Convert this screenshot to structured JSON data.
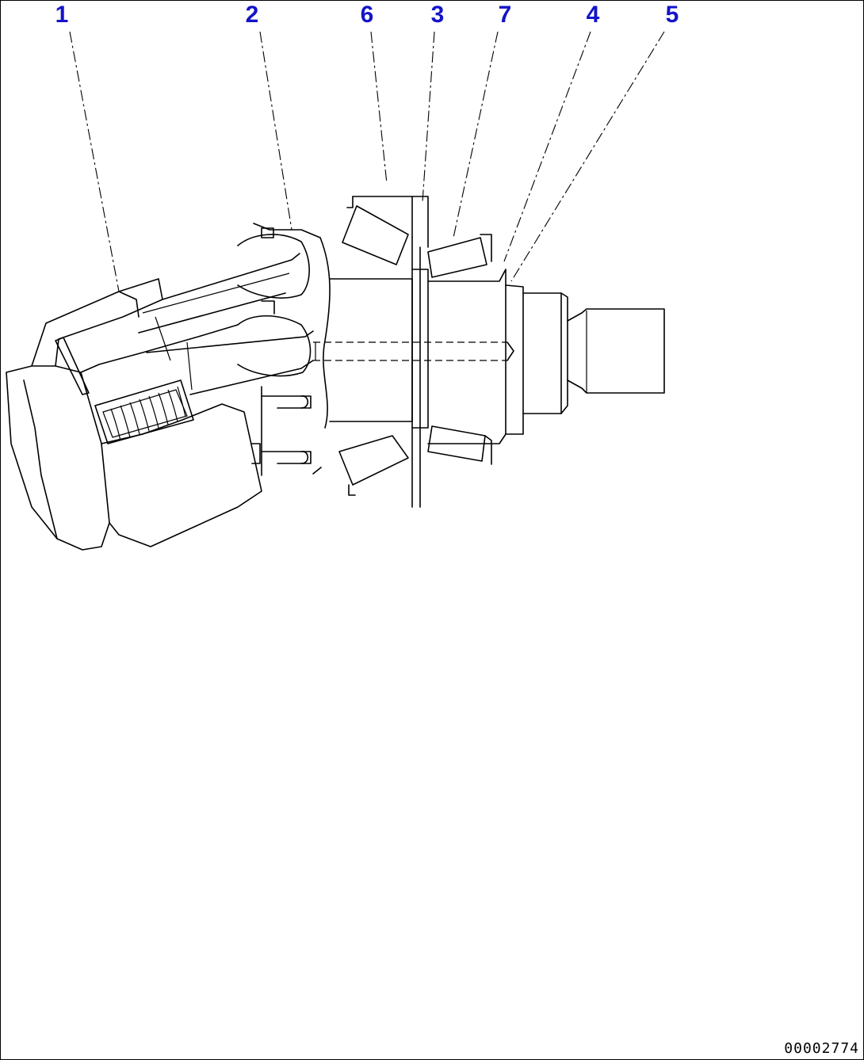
{
  "diagram": {
    "figure_id": "00002774",
    "callout_color": "#1414c8",
    "callouts": [
      {
        "id": "1",
        "label": "1"
      },
      {
        "id": "2",
        "label": "2"
      },
      {
        "id": "6",
        "label": "6"
      },
      {
        "id": "3",
        "label": "3"
      },
      {
        "id": "7",
        "label": "7"
      },
      {
        "id": "4",
        "label": "4"
      },
      {
        "id": "5",
        "label": "5"
      }
    ]
  }
}
